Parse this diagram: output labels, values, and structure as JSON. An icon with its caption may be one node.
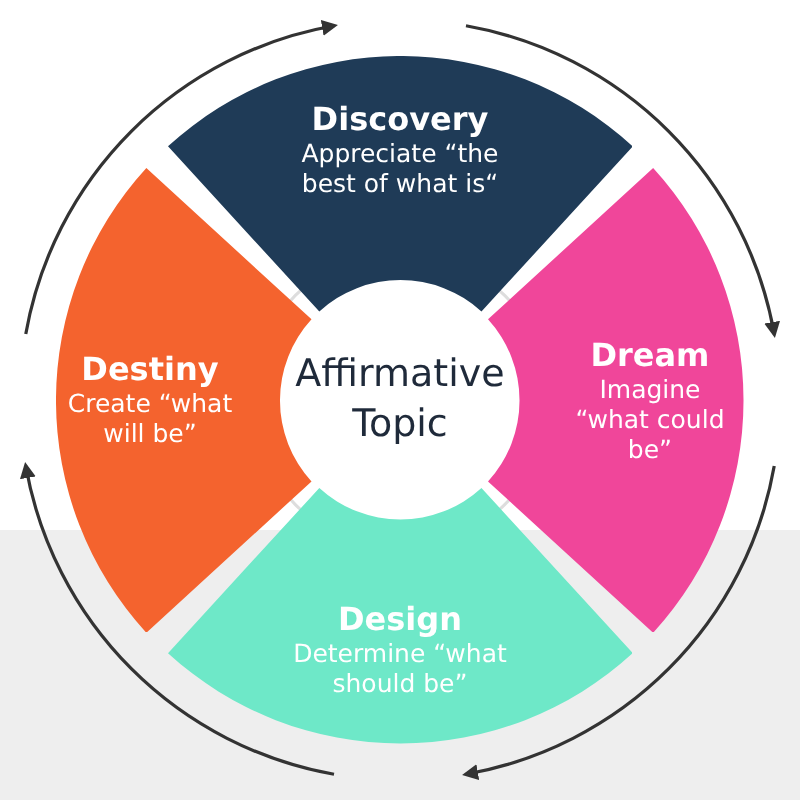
{
  "diagram": {
    "nodes": [
      {
        "text": [
          "Affirmative Topic"
        ]
      },
      {
        "text": [
          "Discovery",
          "Appreciate “the best of what is“"
        ]
      },
      {
        "text": [
          "Dream",
          "Imagine “what could be”"
        ]
      },
      {
        "text": [
          "Design",
          "Determine “what should be”"
        ]
      },
      {
        "text": [
          "Destiny",
          "Create “what will be”"
        ]
      }
    ],
    "edges": [
      {
        "from": 1,
        "to": 2,
        "arrow": "to"
      },
      {
        "from": 2,
        "to": 3,
        "arrow": "to"
      },
      {
        "from": 3,
        "to": 4,
        "arrow": "to"
      },
      {
        "from": 4,
        "to": 1,
        "arrow": "to"
      }
    ]
  }
}
